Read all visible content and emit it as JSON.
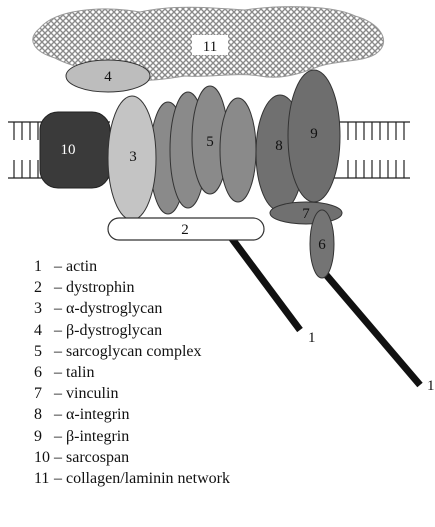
{
  "diagram": {
    "labels": {
      "n1": "1",
      "n2": "2",
      "n3": "3",
      "n4": "4",
      "n5": "5",
      "n6": "6",
      "n7": "7",
      "n8": "8",
      "n9": "9",
      "n10": "10",
      "n11": "11",
      "n1b": "1"
    },
    "legend": [
      {
        "num": "1",
        "dash": "–",
        "name": "actin"
      },
      {
        "num": "2",
        "dash": "–",
        "name": "dystrophin"
      },
      {
        "num": "3",
        "dash": "–",
        "name": "α-dystroglycan"
      },
      {
        "num": "4",
        "dash": "–",
        "name": "β-dystroglycan"
      },
      {
        "num": "5",
        "dash": "–",
        "name": "sarcoglycan complex"
      },
      {
        "num": "6",
        "dash": "–",
        "name": "talin"
      },
      {
        "num": "7",
        "dash": "–",
        "name": "vinculin"
      },
      {
        "num": "8",
        "dash": "–",
        "name": "α-integrin"
      },
      {
        "num": "9",
        "dash": "–",
        "name": "β-integrin"
      },
      {
        "num": "10",
        "dash": "–",
        "name": "sarcospan"
      },
      {
        "num": "11",
        "dash": "–",
        "name": "collagen/laminin network"
      }
    ],
    "colors": {
      "network": "#9a9a9a",
      "sarcospan": "#3a3a3a",
      "alpha_dystroglycan": "#c4c4c4",
      "beta_dystroglycan": "#bdbdbd",
      "sarcoglycan": "#8a8a8a",
      "integrin_alpha": "#707070",
      "integrin_beta": "#6e6e6e",
      "vinculin": "#707070",
      "talin": "#747474",
      "dystrophin": "#ffffff",
      "actin": "#111111"
    }
  }
}
